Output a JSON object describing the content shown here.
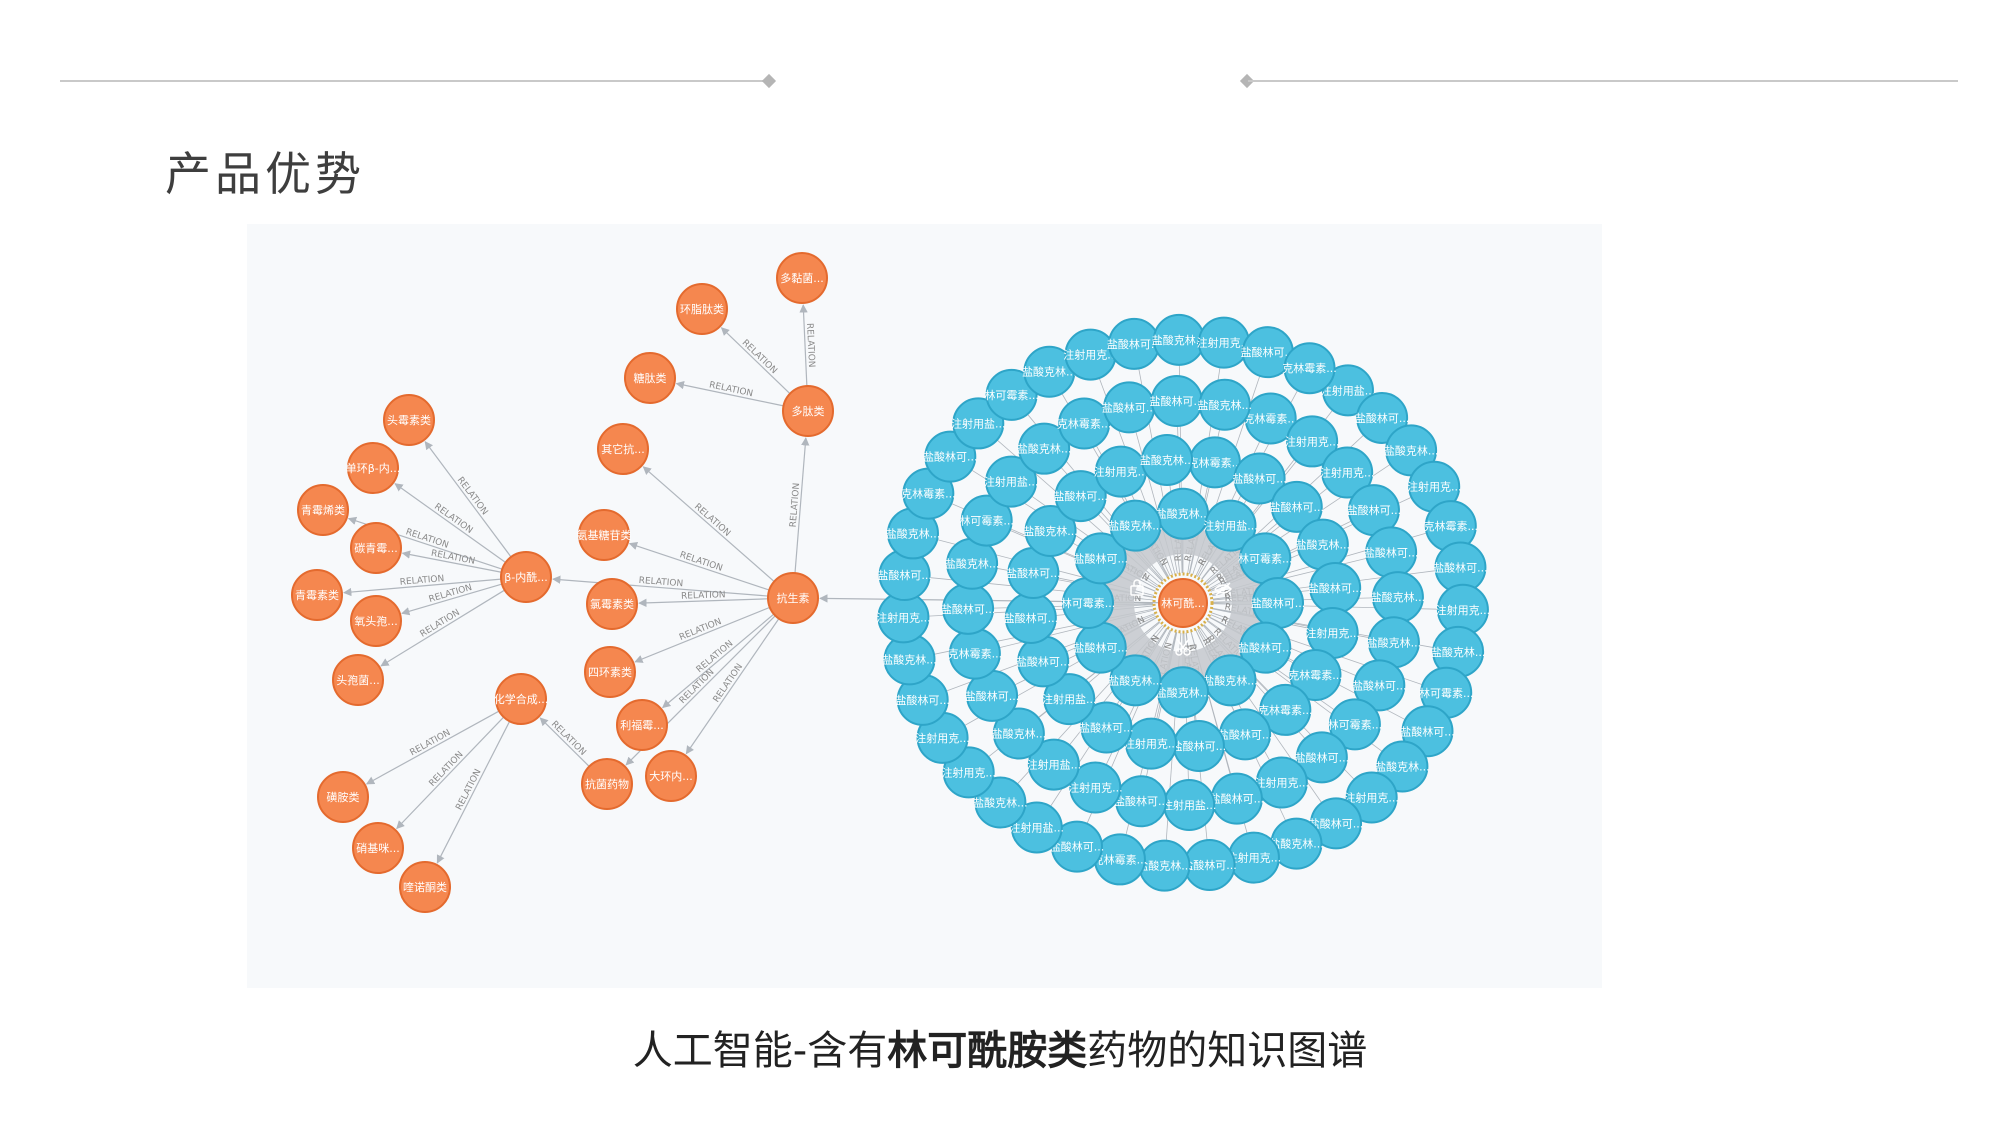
{
  "header": {
    "title": "产品优势"
  },
  "caption": {
    "prefix": "人工智能-含有",
    "highlight": "林可酰胺类",
    "suffix": "药物的知识图谱"
  },
  "colors": {
    "orange_fill": "#f5874f",
    "orange_stroke": "#e46a2e",
    "blue_fill": "#4cc0e0",
    "blue_stroke": "#2ea5c8",
    "edge": "#b0b6bd",
    "panel_bg": "#f7f9fb"
  },
  "graph": {
    "edge_label": "RELATION",
    "icons": [
      "lock-icon",
      "eye-off-icon",
      "scissors-icon"
    ],
    "orange_nodes": [
      {
        "id": "kangsheng",
        "label": "抗生素"
      },
      {
        "id": "duotai",
        "label": "多肽类"
      },
      {
        "id": "duoniang",
        "label": "多黏菌..."
      },
      {
        "id": "huanzhi",
        "label": "环脂肽类"
      },
      {
        "id": "tangtai",
        "label": "糖肽类"
      },
      {
        "id": "qita",
        "label": "其它抗..."
      },
      {
        "id": "anjitang",
        "label": "氨基糖苷类"
      },
      {
        "id": "lvanmei",
        "label": "氯霉素类"
      },
      {
        "id": "sihuan",
        "label": "四环素类"
      },
      {
        "id": "lifu",
        "label": "利福霉..."
      },
      {
        "id": "kangjun",
        "label": "抗菌药物"
      },
      {
        "id": "dahuan",
        "label": "大环内..."
      },
      {
        "id": "neixi",
        "label": "β-内酰..."
      },
      {
        "id": "toumei",
        "label": "头霉素类"
      },
      {
        "id": "danhuan",
        "label": "单环β-内..."
      },
      {
        "id": "qingmei",
        "label": "青霉烯类"
      },
      {
        "id": "tanqing",
        "label": "碳青霉..."
      },
      {
        "id": "qingmeisu",
        "label": "青霉素类"
      },
      {
        "id": "yangtou",
        "label": "氧头孢..."
      },
      {
        "id": "toubao",
        "label": "头孢菌..."
      },
      {
        "id": "huaxue",
        "label": "化学合成..."
      },
      {
        "id": "huangan",
        "label": "磺胺类"
      },
      {
        "id": "xiaoji",
        "label": "硝基咪..."
      },
      {
        "id": "nuotong",
        "label": "喹诺酮类"
      }
    ],
    "center_node": {
      "id": "linke",
      "label": "林可酰..."
    },
    "blue_nodes": [
      "盐酸克林...",
      "注射用盐...",
      "林可霉素...",
      "盐酸林可...",
      "盐酸林可...",
      "盐酸克林...",
      "盐酸克林...",
      "盐酸克林...",
      "盐酸林可...",
      "林可霉素...",
      "盐酸林可...",
      "盐酸克林...",
      "克林霉素...",
      "盐酸林可...",
      "盐酸林可...",
      "盐酸克林...",
      "盐酸林可...",
      "注射用克...",
      "克林霉素...",
      "克林霉素...",
      "盐酸林可...",
      "盐酸林可...",
      "注射用克...",
      "盐酸林可...",
      "注射用盐...",
      "盐酸林可...",
      "盐酸林可...",
      "盐酸林可...",
      "盐酸克林...",
      "盐酸林可...",
      "注射用克...",
      "盐酸克林...",
      "克林霉素...",
      "注射用克...",
      "注射用克...",
      "盐酸林可...",
      "盐酸林可...",
      "盐酸克林...",
      "盐酸克林...",
      "盐酸林可...",
      "林可霉素...",
      "盐酸林可...",
      "注射用克...",
      "盐酸林可...",
      "注射用盐...",
      "盐酸林可...",
      "注射用克...",
      "注射用盐...",
      "盐酸克林...",
      "盐酸林可...",
      "克林霉素...",
      "盐酸林可...",
      "盐酸克林...",
      "林可霉素...",
      "注射用盐...",
      "盐酸克林...",
      "克林霉素...",
      "盐酸林可...",
      "盐酸林可...",
      "盐酸克林...",
      "注射用盐...",
      "盐酸林可...",
      "盐酸克林...",
      "注射用克...",
      "克林霉素...",
      "盐酸林可...",
      "注射用克...",
      "盐酸克林...",
      "林可霉素...",
      "盐酸林可...",
      "盐酸克林...",
      "注射用克...",
      "盐酸林可...",
      "盐酸克林...",
      "注射用克...",
      "盐酸林可...",
      "盐酸克林...",
      "克林霉素...",
      "盐酸林可...",
      "注射用盐...",
      "盐酸克林...",
      "注射用克...",
      "注射用克...",
      "盐酸林可...",
      "盐酸克林...",
      "注射用克...",
      "盐酸林可...",
      "盐酸克林...",
      "克林霉素...",
      "盐酸林可...",
      "注射用盐...",
      "林可霉素...",
      "盐酸克林...",
      "注射用克...",
      "盐酸林可...",
      "盐酸克林...",
      "注射用克...",
      "盐酸林可...",
      "克林霉素...",
      "盐酸林可...",
      "注射用盐...",
      "克林霉素...",
      "盐酸林可..."
    ]
  }
}
